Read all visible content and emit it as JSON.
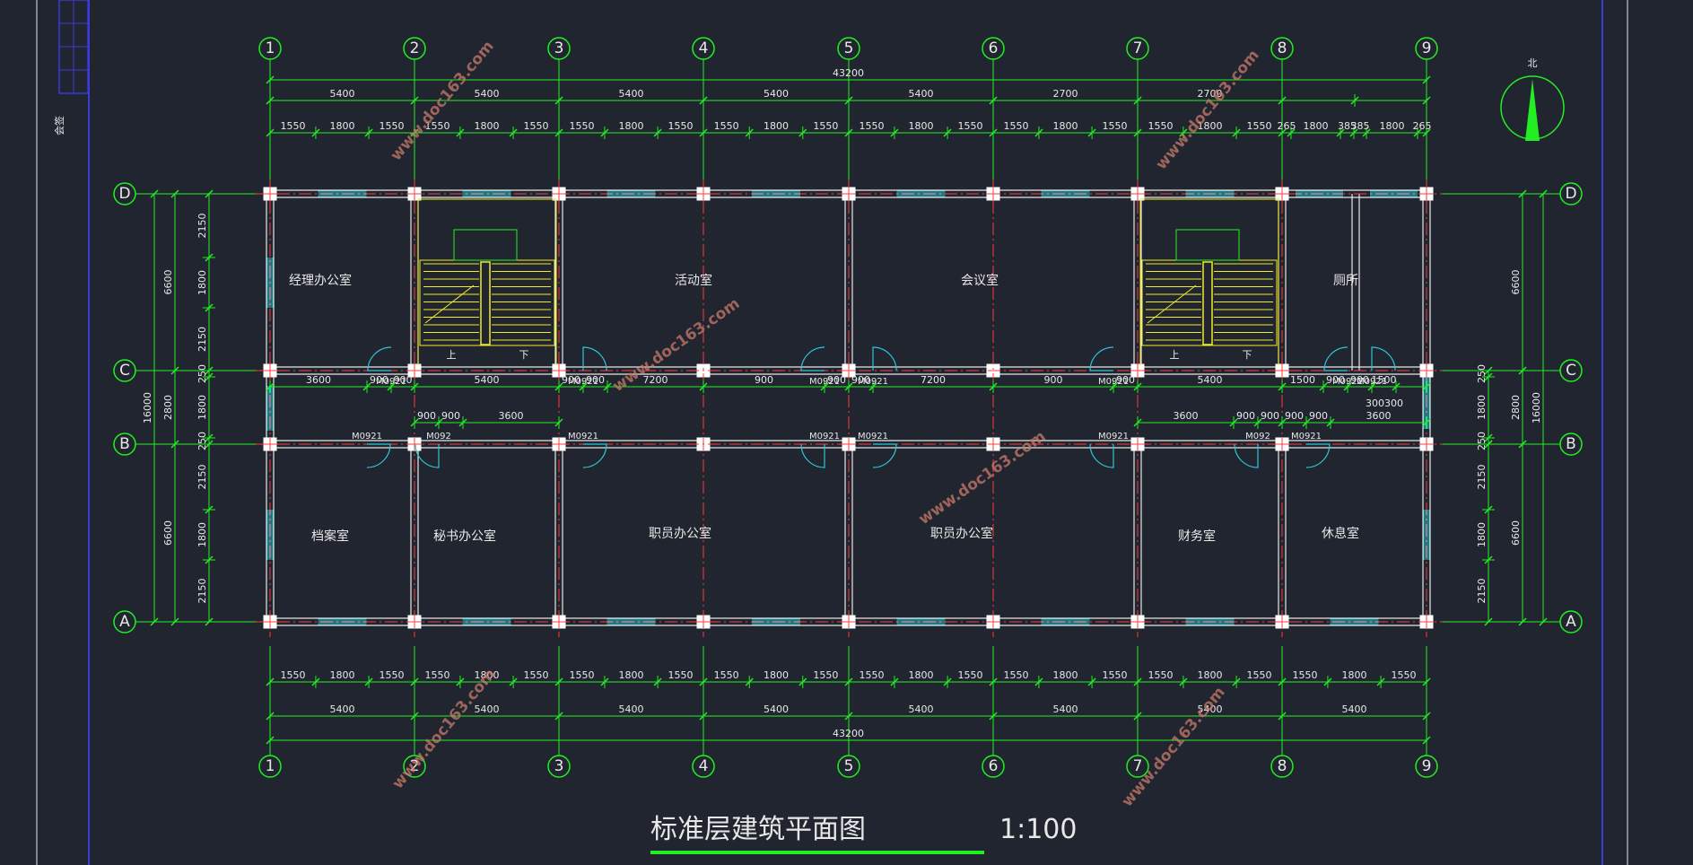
{
  "drawing": {
    "title": "标准层建筑平面图",
    "scale": "1:100",
    "north_label": "北",
    "watermark": "www.doc163.com",
    "sidebar_text": "会签"
  },
  "grid": {
    "columns": [
      "1",
      "2",
      "3",
      "4",
      "5",
      "6",
      "7",
      "8",
      "9"
    ],
    "rows": [
      "D",
      "C",
      "B",
      "A"
    ]
  },
  "dimensions": {
    "overall": "43200",
    "top_bays": [
      "5400",
      "5400",
      "5400",
      "5400",
      "5400",
      "2700",
      "2700"
    ],
    "top_openings": [
      "1550",
      "1800",
      "1550",
      "1550",
      "1800",
      "1550",
      "1550",
      "1800",
      "1550",
      "1550",
      "1800",
      "1550",
      "1550",
      "1800",
      "1550",
      "1550",
      "1800",
      "1550",
      "1550",
      "1800",
      "1550",
      "265",
      "1800",
      "385",
      "385",
      "1800",
      "265"
    ],
    "bottom_openings": [
      "1550",
      "1800",
      "1550",
      "1550",
      "1800",
      "1550",
      "1550",
      "1800",
      "1550",
      "1550",
      "1800",
      "1550",
      "1550",
      "1800",
      "1550",
      "1550",
      "1800",
      "1550",
      "1550",
      "1800",
      "1550",
      "1550",
      "1800",
      "1550"
    ],
    "bottom_bays": [
      "5400",
      "5400",
      "5400",
      "5400",
      "5400",
      "5400",
      "5400",
      "5400"
    ],
    "left_total": "16000",
    "left_bays": [
      "6600",
      "2800",
      "6600"
    ],
    "left_segments": [
      "2150",
      "1800",
      "2150",
      "250",
      "1800",
      "250",
      "2150",
      "1800",
      "2150"
    ],
    "right_total": "16000",
    "right_bays": [
      "6600",
      "2800",
      "6600"
    ],
    "right_segments": [
      "250",
      "1800",
      "250",
      "2150",
      "1800",
      "2150"
    ],
    "corridor_top": [
      "3600",
      "900",
      "900",
      "5400",
      "900",
      "900",
      "7200",
      "900",
      "900",
      "900",
      "7200",
      "900",
      "900",
      "5400",
      "1500",
      "900",
      "900",
      "1500",
      "300300"
    ],
    "corridor_bottom": [
      "900",
      "900",
      "3600",
      "3600",
      "900",
      "900",
      "900",
      "900",
      "3600"
    ]
  },
  "rooms": {
    "manager_office": "经理办公室",
    "activity_room": "活动室",
    "meeting_room": "会议室",
    "toilet": "厕所",
    "archive_room": "档案室",
    "secretary_office": "秘书办公室",
    "staff_office_1": "职员办公室",
    "staff_office_2": "职员办公室",
    "finance_room": "财务室",
    "rest_room": "休息室"
  },
  "stairs": {
    "up": "上",
    "down": "下"
  },
  "doors": {
    "code_a": "M0921",
    "code_b": "M092"
  }
}
